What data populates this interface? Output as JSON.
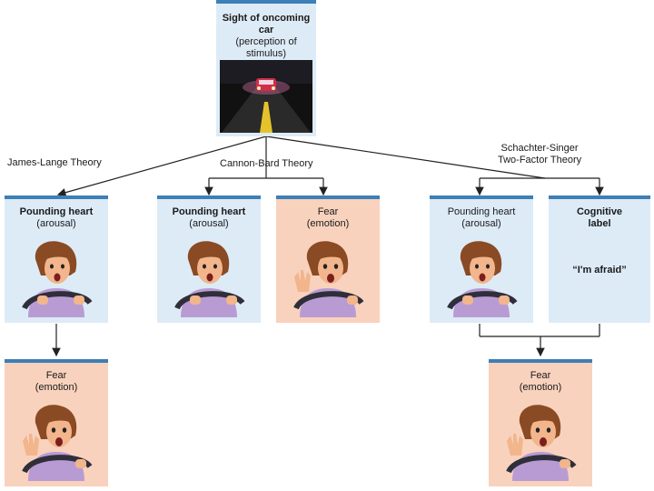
{
  "top": {
    "title": "Sight of oncoming car",
    "sub": "(perception of stimulus)"
  },
  "theories": {
    "james_lange": "James-Lange Theory",
    "cannon_bard": "Cannon-Bard Theory",
    "schachter_line1": "Schachter-Singer",
    "schachter_line2": "Two-Factor Theory"
  },
  "boxes": {
    "pounding_title": "Pounding heart",
    "pounding_sub": "(arousal)",
    "fear_title": "Fear",
    "fear_sub": "(emotion)",
    "cognitive_title": "Cognitive label",
    "cognitive_quote": "“I'm afraid”"
  },
  "colors": {
    "accent": "#3d7fb6",
    "arousal_bg": "#ddebf7",
    "emotion_bg": "#f8d2bd"
  }
}
